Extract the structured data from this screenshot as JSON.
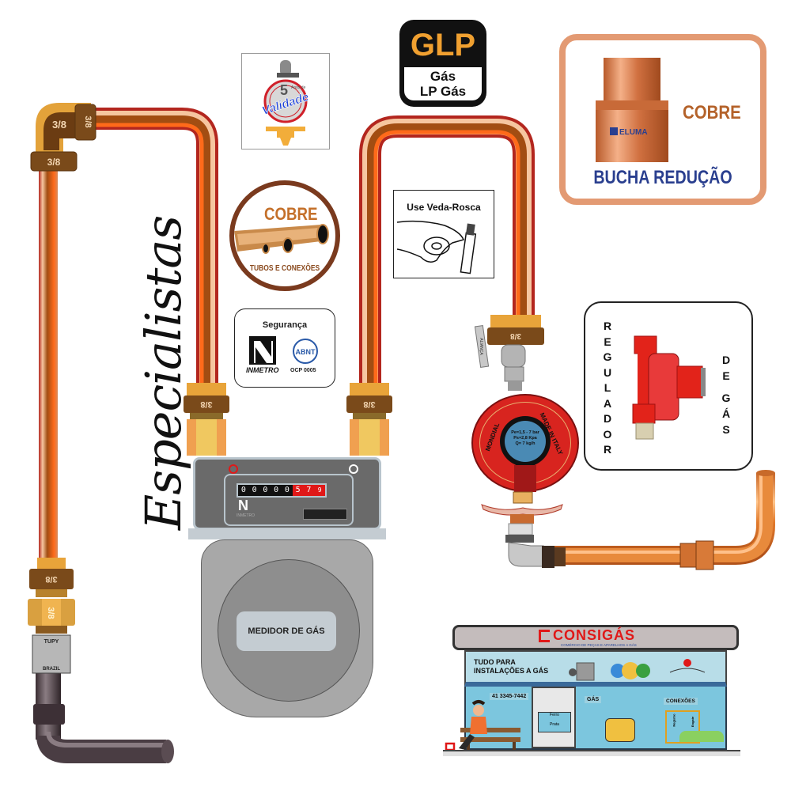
{
  "badges": {
    "glp": {
      "title": "GLP",
      "line1": "Gás",
      "line2": "LP Gás"
    },
    "validade": {
      "number": "5",
      "small_text": "Anos de",
      "label": "Validade"
    },
    "cobre_tubos": {
      "title": "COBRE",
      "subtitle": "TUBOS E CONEXÕES"
    },
    "seguranca": {
      "title": "Segurança",
      "inmetro": "INMETRO",
      "abnt": "ABNT",
      "ocp": "OCP 0005"
    },
    "veda_rosca": {
      "title": "Use Veda-Rosca"
    },
    "bucha": {
      "material": "COBRE",
      "title": "BUCHA REDUÇÃO",
      "brand": "ELUMA"
    },
    "regulador": {
      "left_letters": [
        "R",
        "E",
        "G",
        "U",
        "L",
        "A",
        "D",
        "O",
        "R"
      ],
      "right_letters": [
        "D",
        "E",
        "G",
        "Á",
        "S"
      ]
    }
  },
  "fittings": {
    "elbow_top": "3/8",
    "elbow_side": "3/8",
    "elbow_bottom": "3/8",
    "left_lower_nut": "3/8",
    "left_lower_union": "3/8",
    "meter_left_nut": "3/8",
    "meter_right_nut": "3/8",
    "valve_nut": "3/8",
    "valve_brand": "ALIANÇA",
    "tupy_top": "TUPY",
    "tupy_bottom": "BRAZIL"
  },
  "script_text": "Especialistas",
  "meter": {
    "counter_black": [
      "0",
      "0",
      "0",
      "0",
      "0"
    ],
    "counter_red": [
      "5",
      "7",
      "9"
    ],
    "brand_letter": "N",
    "brand_sub": "INMETRO",
    "label": "MEDIDOR DE GÁS"
  },
  "regulator": {
    "brand": "MONDIAL",
    "origin": "MADE IN ITALY",
    "spec_lines": [
      "Pe=1,5 - 7 bar",
      "Ps=2,8 Kpa",
      "Q= 7 kg/h"
    ]
  },
  "store": {
    "name": "CONSIGÁS",
    "tagline": "COMÉRCIO DE PEÇAS E APARELHOS A GÁS",
    "banner_line1": "TUDO PARA",
    "banner_line2": "INSTALAÇÕES A GÁS",
    "phone": "41 3345-7442",
    "window_gas": "GÁS",
    "window_conexoes": "CONEXÕES",
    "door_sign_1": "Ferro",
    "door_sign_2": "Prata",
    "poster_left": "Registro",
    "poster_right": "Engate"
  },
  "colors": {
    "copper": "#e07a2a",
    "copper_dark": "#a24d12",
    "brass": "#e8a43a",
    "brass_dark": "#7a4a1a",
    "glp_orange": "#f0a030",
    "bucha_border": "#e39a73",
    "bucha_blue": "#2a3f8f",
    "cobre_brown": "#b4622a",
    "regulator_red": "#d8241f",
    "meter_grey": "#8e8e8e",
    "store_blue": "#7cc6de"
  }
}
